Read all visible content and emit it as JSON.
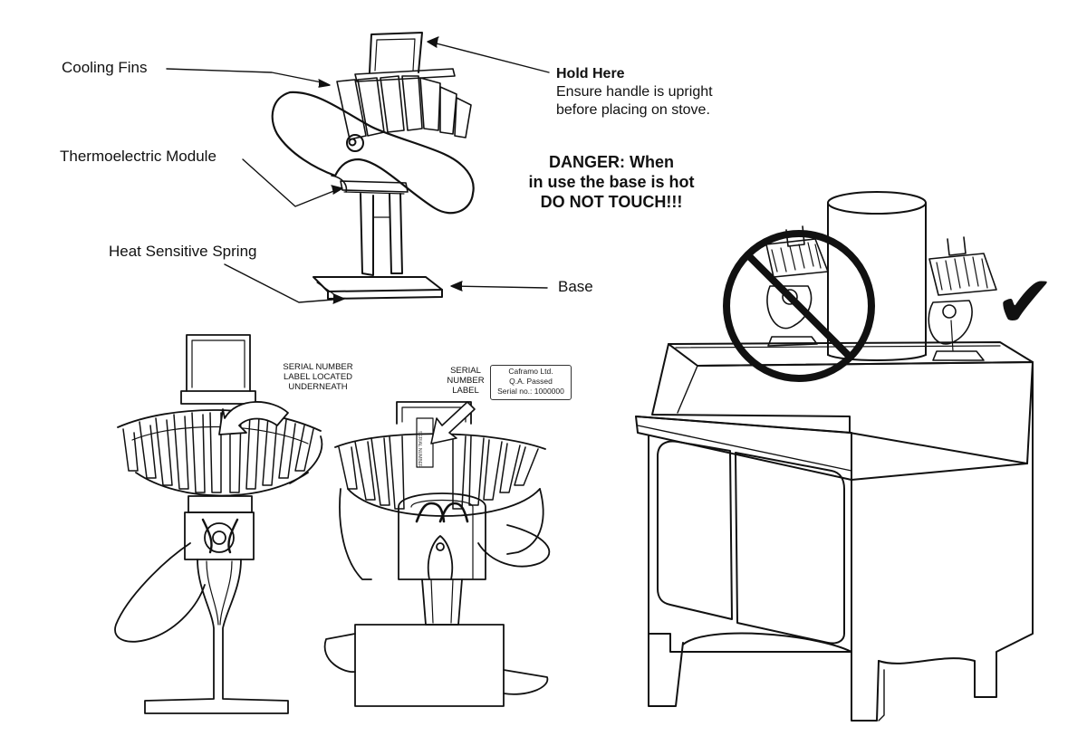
{
  "labels": {
    "cooling_fins": "Cooling Fins",
    "thermoelectric_module": "Thermoelectric Module",
    "heat_sensitive_spring": "Heat Sensitive Spring",
    "base": "Base",
    "hold_here_title": "Hold Here",
    "hold_here_line1": "Ensure handle is upright",
    "hold_here_line2": "before placing on stove.",
    "danger_line1": "DANGER: When",
    "danger_line2": "in use the base is hot",
    "danger_line3": "DO NOT TOUCH!!!",
    "serial_underneath_line1": "SERIAL NUMBER",
    "serial_underneath_line2": "LABEL LOCATED",
    "serial_underneath_line3": "UNDERNEATH",
    "serial_label_line1": "SERIAL",
    "serial_label_line2": "NUMBER",
    "serial_label_line3": "LABEL",
    "tag_line1": "Caframo Ltd.",
    "tag_line2": "Q.A. Passed",
    "tag_line3": "Serial no.: 1000000",
    "vertical_small": "SERIAL NUMBER"
  },
  "icons": {
    "check": "✔",
    "prohibited": "no-symbol-icon"
  },
  "colors": {
    "ink": "#111111",
    "background": "#ffffff"
  }
}
